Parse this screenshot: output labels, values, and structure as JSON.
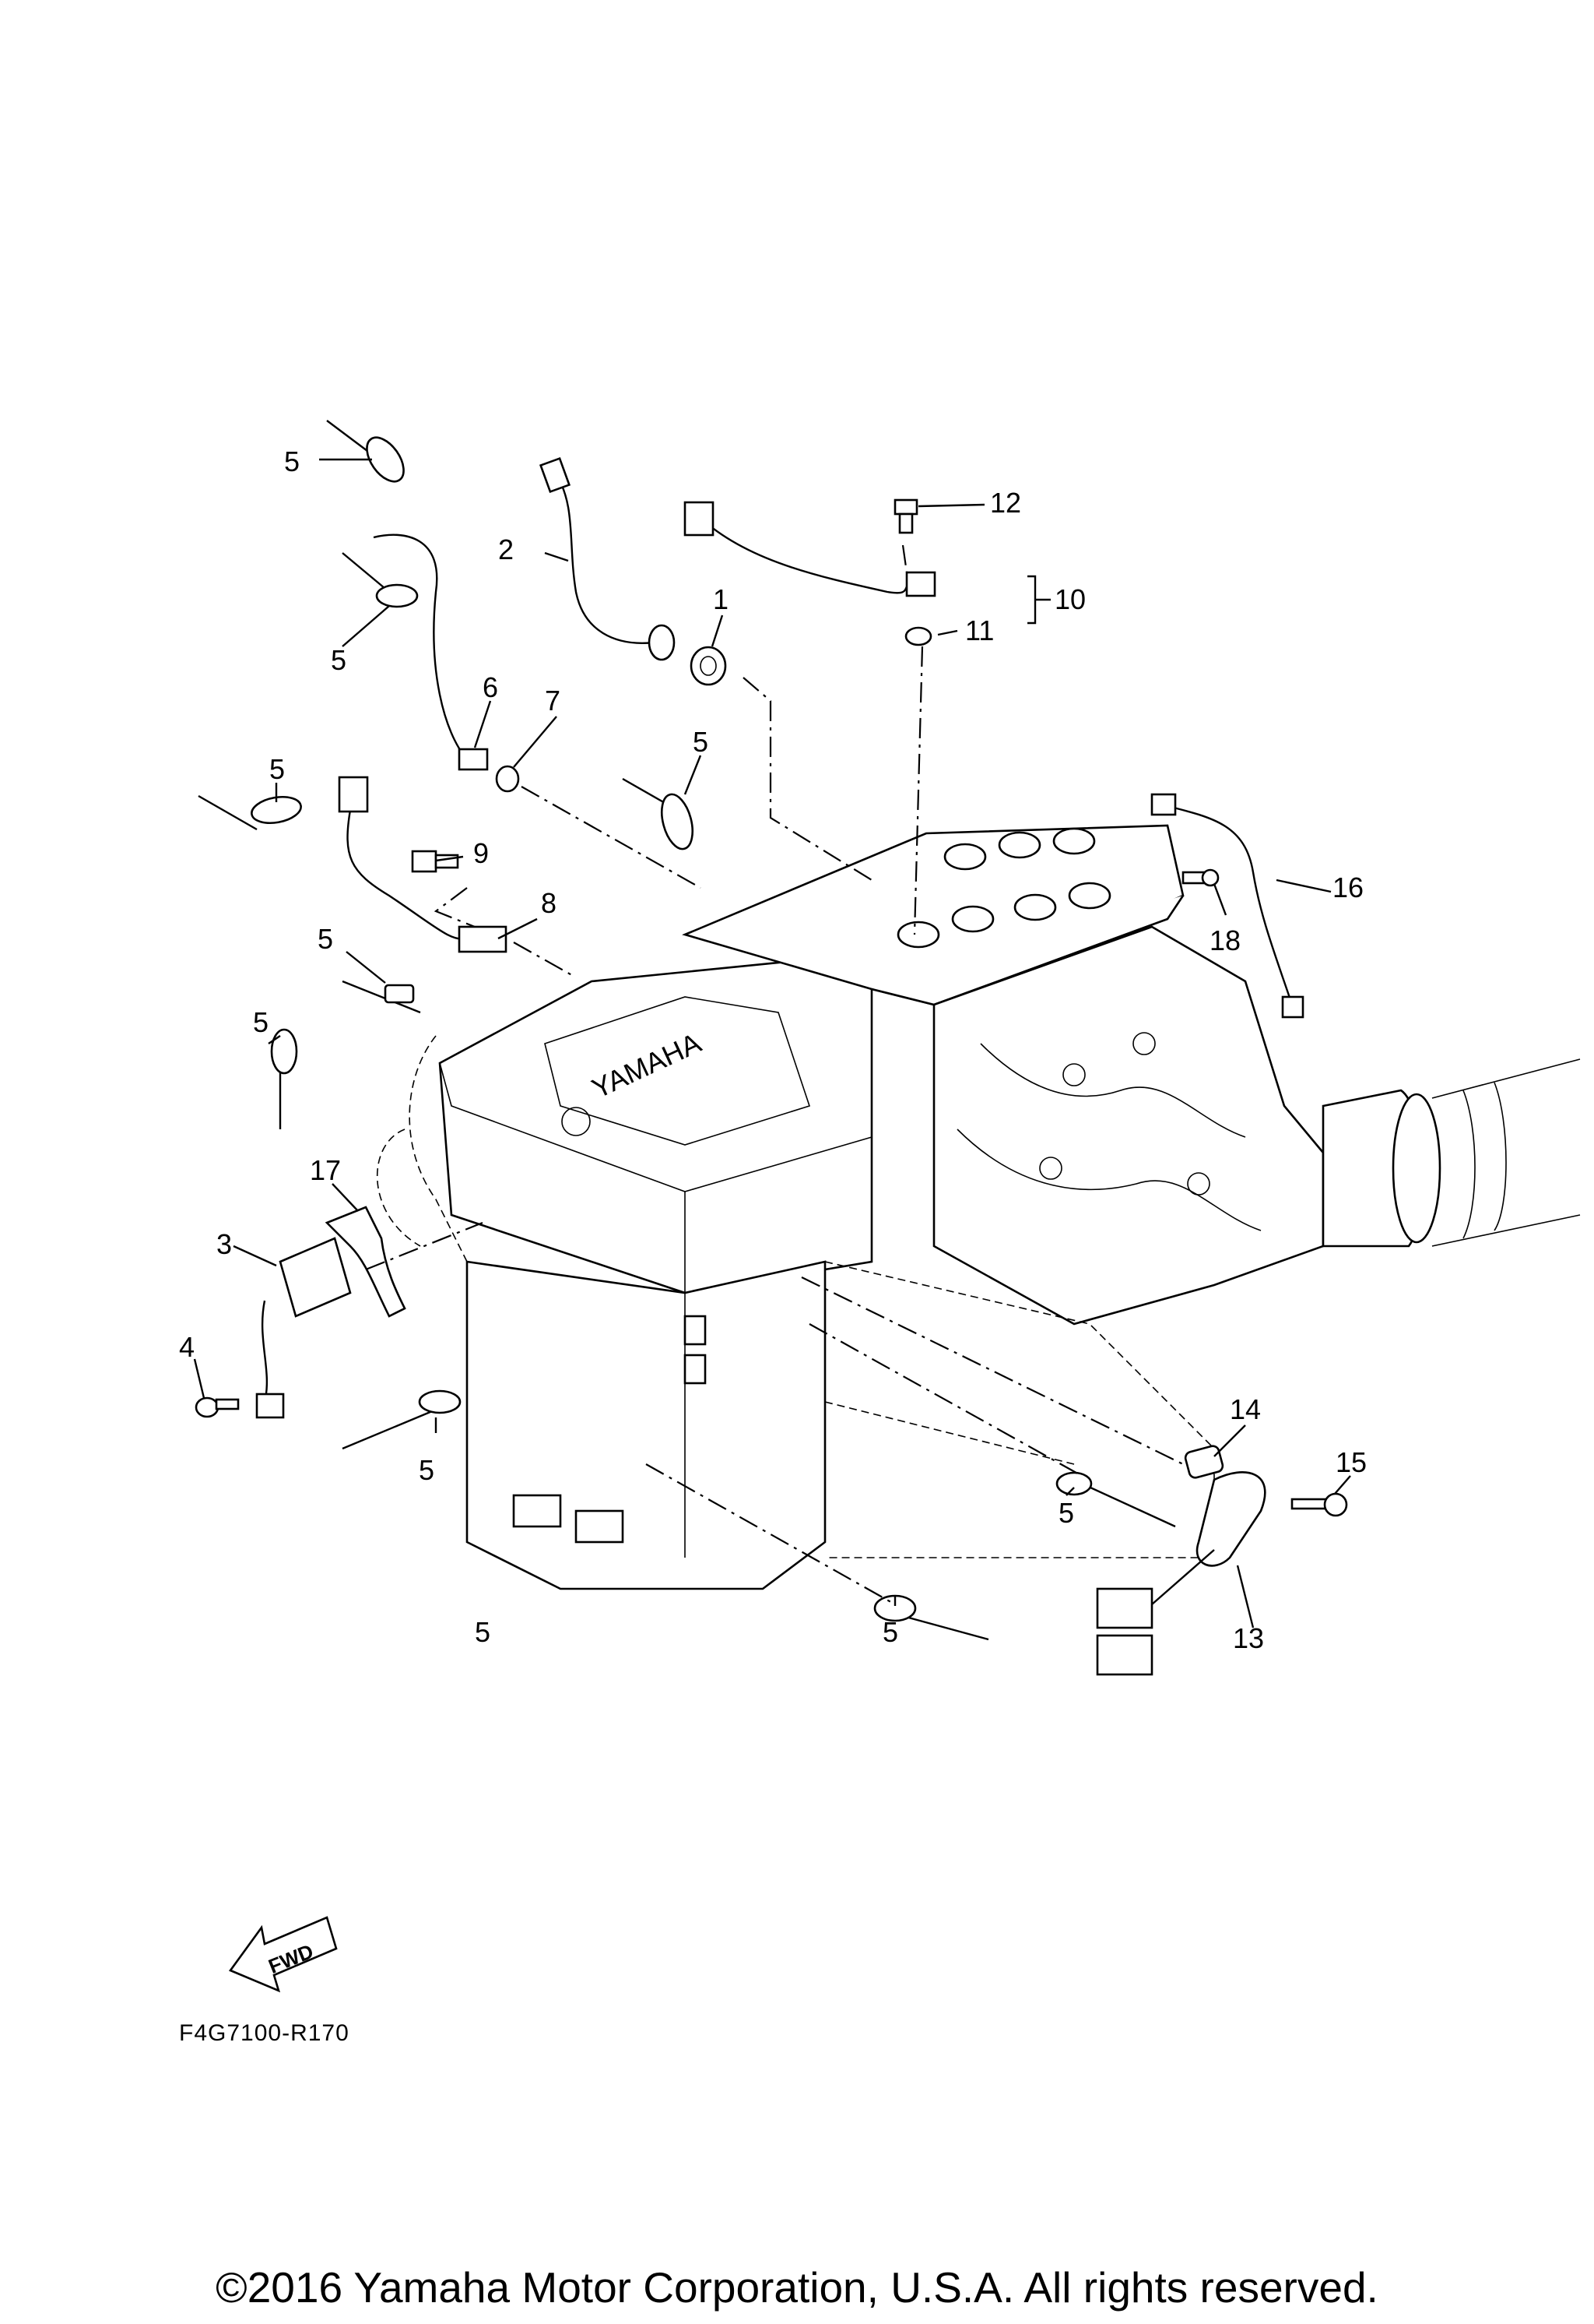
{
  "diagram": {
    "callouts": [
      {
        "id": "c1",
        "text": "1"
      },
      {
        "id": "c2",
        "text": "2"
      },
      {
        "id": "c3",
        "text": "3"
      },
      {
        "id": "c4",
        "text": "4"
      },
      {
        "id": "c5a",
        "text": "5"
      },
      {
        "id": "c5b",
        "text": "5"
      },
      {
        "id": "c5c",
        "text": "5"
      },
      {
        "id": "c5d",
        "text": "5"
      },
      {
        "id": "c5e",
        "text": "5"
      },
      {
        "id": "c5f",
        "text": "5"
      },
      {
        "id": "c5g",
        "text": "5"
      },
      {
        "id": "c5h",
        "text": "5"
      },
      {
        "id": "c5i",
        "text": "5"
      },
      {
        "id": "c5j",
        "text": "5"
      },
      {
        "id": "c6",
        "text": "6"
      },
      {
        "id": "c7",
        "text": "7"
      },
      {
        "id": "c8",
        "text": "8"
      },
      {
        "id": "c9",
        "text": "9"
      },
      {
        "id": "c10",
        "text": "10"
      },
      {
        "id": "c11",
        "text": "11"
      },
      {
        "id": "c12",
        "text": "12"
      },
      {
        "id": "c13",
        "text": "13"
      },
      {
        "id": "c14",
        "text": "14"
      },
      {
        "id": "c15",
        "text": "15"
      },
      {
        "id": "c16",
        "text": "16"
      },
      {
        "id": "c17",
        "text": "17"
      },
      {
        "id": "c18",
        "text": "18"
      }
    ],
    "engine_logo_text": "YAMAHA",
    "fwd_text": "FWD",
    "diagram_code": "F4G7100-R170"
  },
  "footer": {
    "copyright": "©2016 Yamaha Motor Corporation, U.S.A. All rights reserved."
  }
}
